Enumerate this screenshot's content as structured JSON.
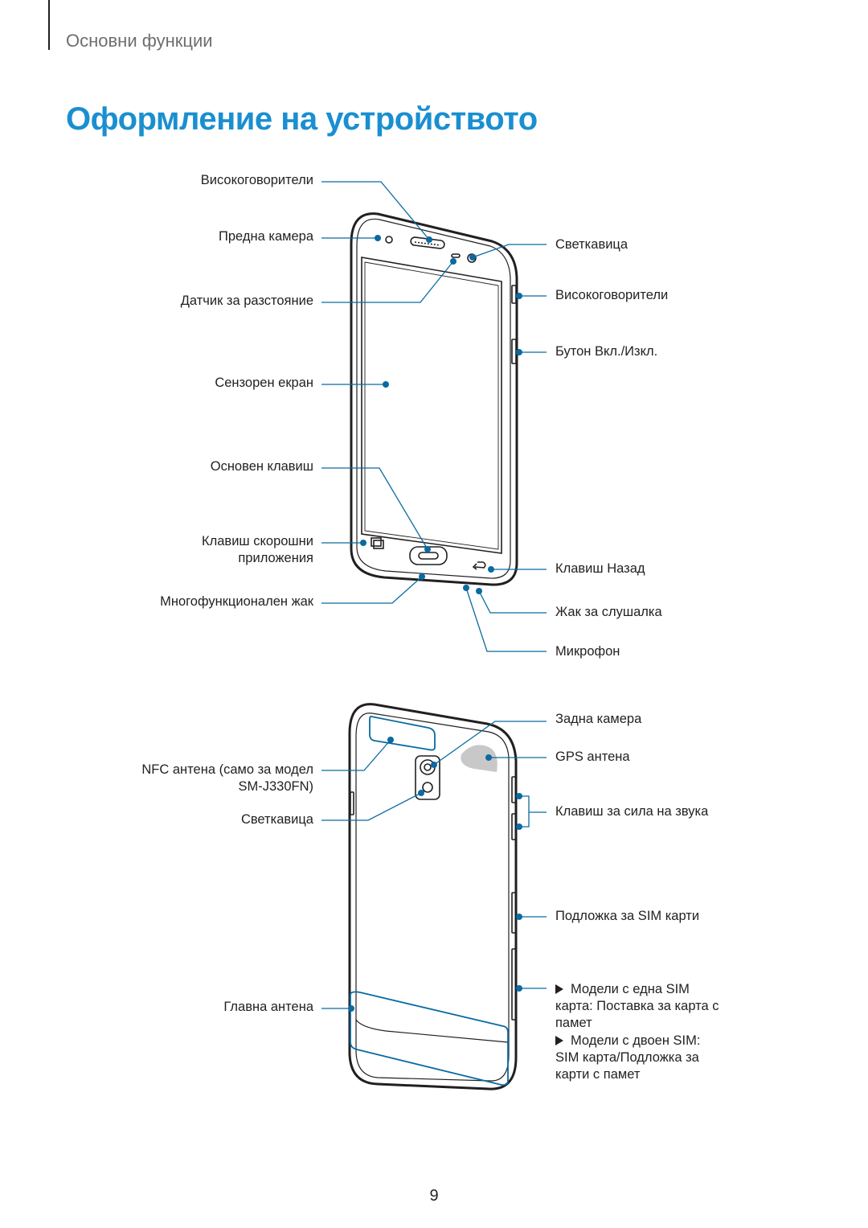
{
  "header": {
    "section": "Основни функции"
  },
  "title": "Оформление на устройството",
  "front_labels_left": {
    "speaker": "Високоговорители",
    "front_camera": "Предна камера",
    "proximity_sensor": "Датчик за разстояние",
    "touchscreen": "Сензорен екран",
    "home_key": "Основен клавиш",
    "recent_apps_line1": "Клавиш скорошни",
    "recent_apps_line2": "приложения",
    "multipurpose_jack": "Многофункционален жак"
  },
  "front_labels_right": {
    "flash": "Светкавица",
    "speaker": "Високоговорители",
    "power_key": "Бутон Вкл./Изкл.",
    "back_key": "Клавиш Назад",
    "earphone_jack": "Жак за слушалка",
    "microphone": "Микрофон"
  },
  "back_labels_left": {
    "nfc_line1": "NFC антена (само за модел",
    "nfc_line2": "SM-J330FN)",
    "flash": "Светкавица",
    "main_antenna": "Главна антена"
  },
  "back_labels_right": {
    "rear_camera": "Задна камера",
    "gps_antenna": "GPS антена",
    "volume_key": "Клавиш за сила на звука",
    "sim_tray": "Подложка за SIM карти",
    "single_sim": "Модели с една SIM карта: Поставка за карта с памет",
    "dual_sim": "Модели с двоен SIM: SIM карта/Подложка за карти с памет"
  },
  "page_number": "9",
  "colors": {
    "accent": "#1a8fd0",
    "callout": "#0a6aa1",
    "text": "#231f20",
    "gps_patch": "#c8c8c8"
  }
}
